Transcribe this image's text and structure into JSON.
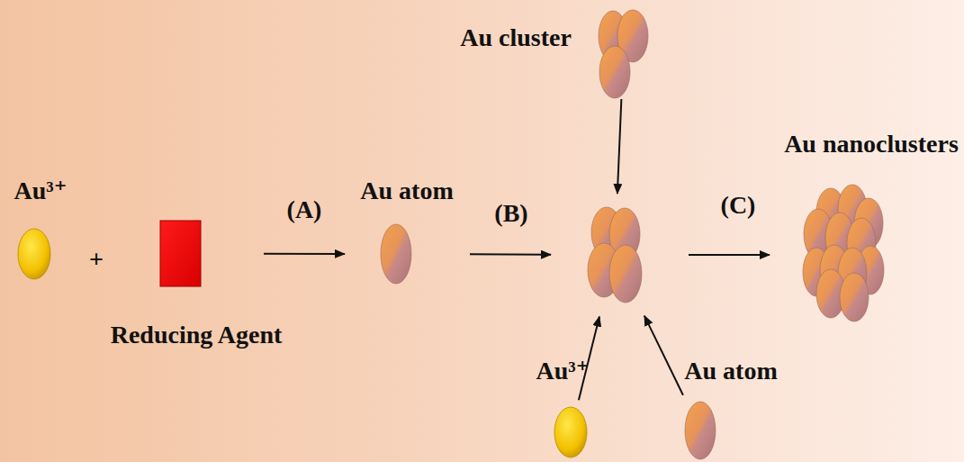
{
  "diagram": {
    "nodes": [
      {
        "text": [
          "Au³⁺"
        ]
      },
      {
        "text": [
          "Reducing Agent"
        ]
      },
      {
        "text": [
          "Au atom"
        ]
      },
      {
        "text": [
          "Au cluster"
        ]
      },
      {
        "text": []
      },
      {
        "text": [
          "Au nanoclusters"
        ]
      },
      {
        "text": [
          "Au³⁺"
        ]
      },
      {
        "text": [
          "Au atom"
        ]
      }
    ],
    "edges": [
      {
        "from": 1,
        "to": 2,
        "arrow": "to",
        "label": "(A)"
      },
      {
        "from": 2,
        "to": 4,
        "arrow": "to",
        "label": "(B)"
      },
      {
        "from": 4,
        "to": 5,
        "arrow": "to",
        "label": "(C)"
      },
      {
        "from": 3,
        "to": 4,
        "arrow": "to"
      },
      {
        "from": 6,
        "to": 4,
        "arrow": "to"
      },
      {
        "from": 7,
        "to": 4,
        "arrow": "to"
      }
    ],
    "labels": [
      "+"
    ]
  }
}
